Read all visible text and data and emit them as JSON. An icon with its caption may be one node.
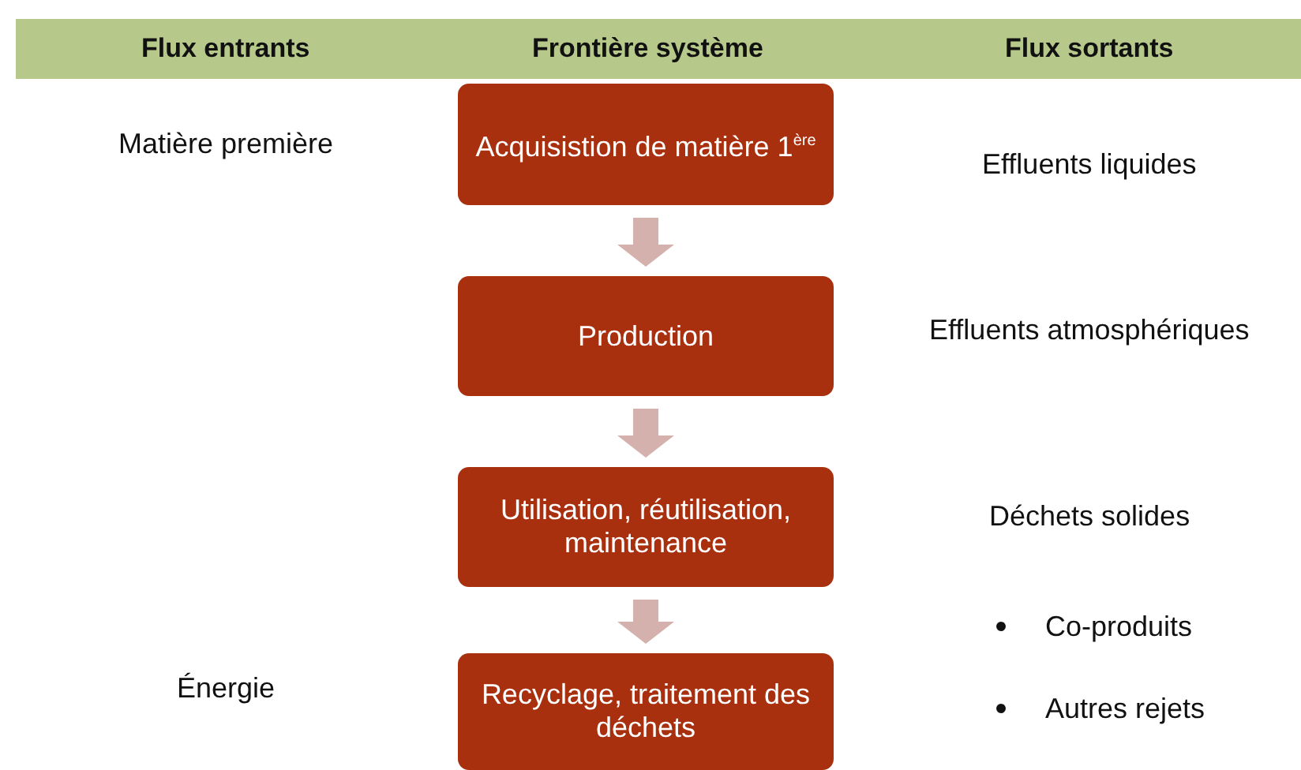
{
  "diagram": {
    "nodes": [
      {
        "text": [
          "Acquisistion de matière 1$^{ère}$"
        ]
      },
      {
        "text": [
          "Production"
        ]
      },
      {
        "text": [
          "Utilisation, réutilisation, maintenance"
        ]
      },
      {
        "text": [
          "Recyclage, traitement des déchets"
        ]
      }
    ],
    "edges": [
      {
        "from": 0,
        "to": 1,
        "arrow": "to"
      },
      {
        "from": 1,
        "to": 2,
        "arrow": "to"
      },
      {
        "from": 2,
        "to": 3,
        "arrow": "to"
      }
    ],
    "labels": [
      "Flux entrants",
      "Frontière système",
      "Flux sortants",
      "Matière première",
      "Effluents liquides",
      "Effluents atmosphériques",
      "Déchets solides",
      "Co-produits",
      "Énergie",
      "Autres rejets"
    ]
  }
}
